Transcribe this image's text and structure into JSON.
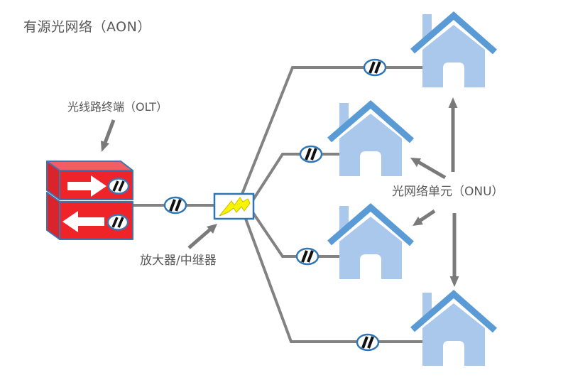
{
  "title": "有源光网络（AON）",
  "labels": {
    "olt": "光线路终端（OLT）",
    "amplifier": "放大器/中继器",
    "onu": "光网络单元（ONU）"
  },
  "icons": {
    "olt_device": "red-3d-duplex-box-with-up-down-stream-arrows",
    "right_arrow": "white-right-arrow-icon",
    "left_arrow": "white-left-arrow-icon",
    "fiber_port": "oval-double-slash-connector-icon",
    "amplifier": "yellow-lightning-bolt-in-box-icon",
    "onu_house": "blue-house-icon",
    "pointer_arrows": "gray-callout-arrow-icon"
  },
  "counts": {
    "onu_houses": 4,
    "fiber_connectors_on_lines": 5,
    "fiber_ports_on_olt": 2
  },
  "colors": {
    "line_gray": "#828282",
    "arrow_gray": "#7a7a7a",
    "text_gray": "#595959",
    "olt_front_red": "#ee2428",
    "olt_top_red": "#f15f64",
    "olt_side_red": "#d8242a",
    "device_border_blue": "#3f74b3",
    "connector_border_blue": "#2e75b6",
    "house_body_blue": "#a9c8eb",
    "house_roof_blue": "#5b9bd5",
    "bolt_yellow": "#f7f400"
  }
}
